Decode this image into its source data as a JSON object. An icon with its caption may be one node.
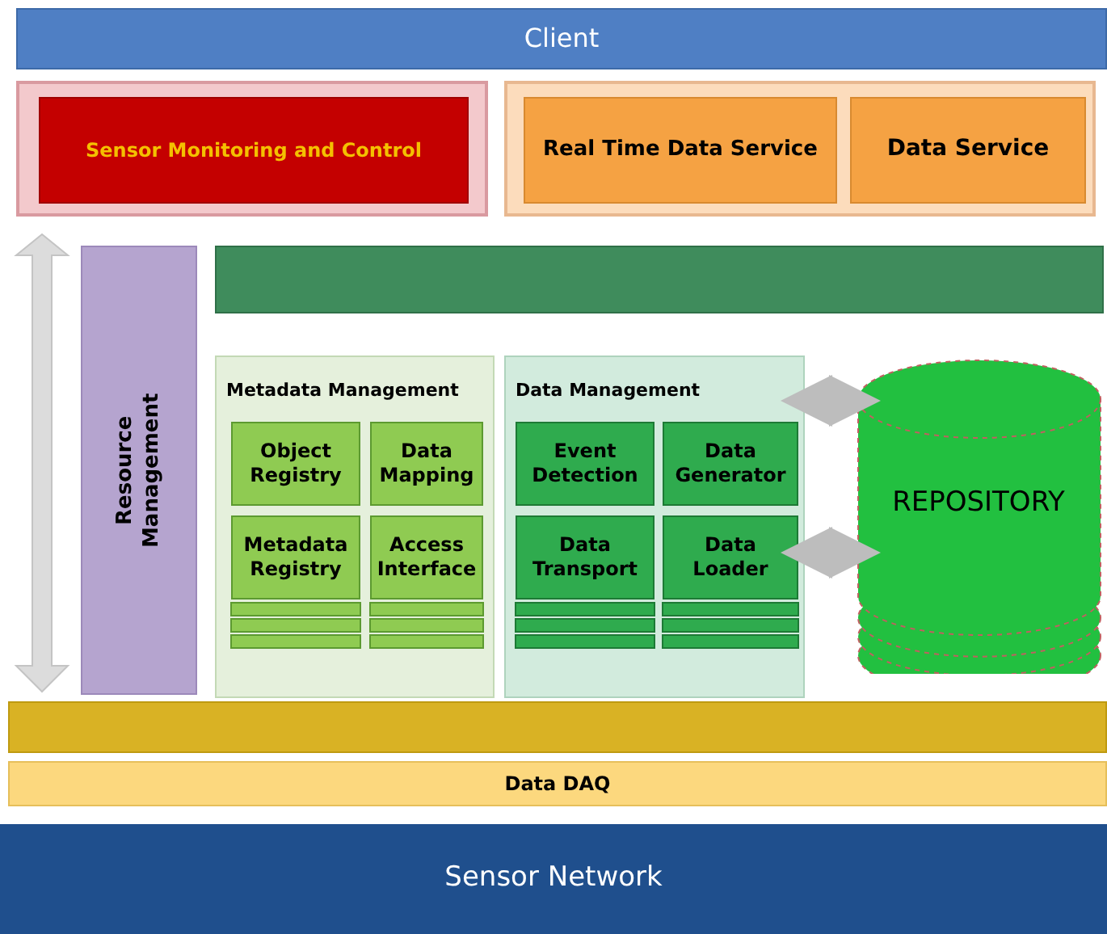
{
  "diagram": {
    "nodes": [
      {
        "text": [
          "Client"
        ]
      },
      {
        "text": [],
        "shape": "box"
      },
      {
        "text": [
          "Sensor Monitoring and Control"
        ],
        "in": 1
      },
      {
        "text": [],
        "shape": "box"
      },
      {
        "text": [
          "Real Time Data Service"
        ],
        "in": 3
      },
      {
        "text": [
          "Data Service"
        ],
        "in": 3
      },
      {
        "text": [
          "Resource Management"
        ]
      },
      {
        "text": [],
        "shape": "bar"
      },
      {
        "text": [
          "Metadata Management"
        ]
      },
      {
        "text": [
          "Object Registry"
        ],
        "in": 8
      },
      {
        "text": [
          "Data Mapping"
        ],
        "in": 8
      },
      {
        "text": [
          "Metadata Registry"
        ],
        "in": 8
      },
      {
        "text": [
          "Access Interface"
        ],
        "in": 8
      },
      {
        "text": [
          "Data Management"
        ]
      },
      {
        "text": [
          "Event Detection"
        ],
        "in": 13
      },
      {
        "text": [
          "Data Generator"
        ],
        "in": 13
      },
      {
        "text": [
          "Data Transport"
        ],
        "in": 13
      },
      {
        "text": [
          "Data Loader"
        ],
        "in": 13
      },
      {
        "text": [
          "REPOSITORY"
        ]
      },
      {
        "text": [],
        "shape": "bar"
      },
      {
        "text": [
          "Data DAQ"
        ]
      },
      {
        "text": [
          "Sensor Network"
        ]
      }
    ],
    "edges": [
      {
        "from": 13,
        "to": 18,
        "arrow": "both"
      },
      {
        "from": 13,
        "to": 18,
        "arrow": "both"
      }
    ]
  }
}
